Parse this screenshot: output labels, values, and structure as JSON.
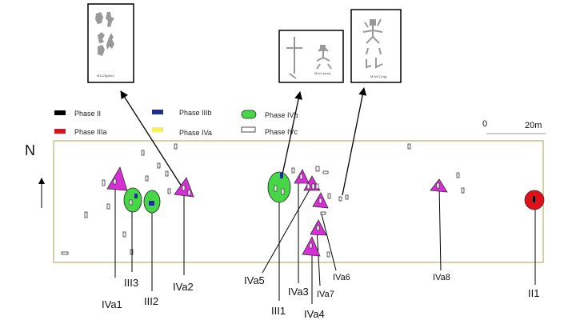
{
  "legend": [
    {
      "label": "Phase II",
      "color": "#000000",
      "shape": "rect"
    },
    {
      "label": "Phase IIIa",
      "color": "#e0101a",
      "shape": "rect"
    },
    {
      "label": "Phase IIIb",
      "color": "#1a2f9a",
      "shape": "rect"
    },
    {
      "label": "Phase IVa",
      "color": "#f6f05a",
      "shape": "rect"
    },
    {
      "label": "Phase IVb",
      "color": "#46d646",
      "shape": "ellipse"
    },
    {
      "label": "Phase IVc",
      "color": "#ffffff",
      "shape": "rect"
    }
  ],
  "scale": {
    "start": "0",
    "end": "20m"
  },
  "north": "N",
  "photos": [
    {
      "caption": "M1125(Ann)"
    },
    {
      "caption": "M1x4 (ann)"
    },
    {
      "caption": "M1#4 (2ng)"
    }
  ],
  "sites": {
    "IVa1": "IVa1",
    "III3": "III3",
    "III2": "III2",
    "IVa2": "IVa2",
    "IVa5": "IVa5",
    "III1": "III1",
    "IVa3": "IVa3",
    "IVa4": "IVa4",
    "IVa7": "IVa7",
    "IVa6": "IVa6",
    "IVa8": "IVa8",
    "II1": "II1"
  },
  "colors": {
    "triangle": "#d52fd5",
    "ellipse": "#46d646",
    "red_site": "#e0101a",
    "border": "#b8b070"
  }
}
